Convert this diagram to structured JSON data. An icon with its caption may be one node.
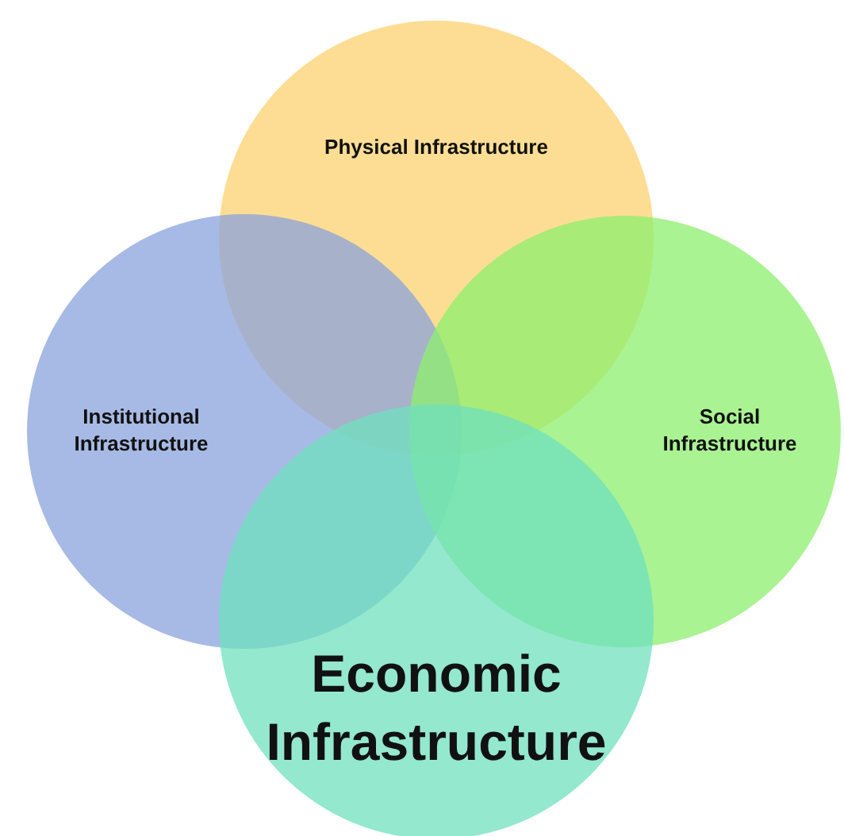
{
  "diagram": {
    "nodes": [
      {
        "text": [
          "Physical Infrastructure"
        ]
      },
      {
        "text": [
          "Institutional Infrastructure"
        ]
      },
      {
        "text": [
          "Social Infrastructure"
        ]
      },
      {
        "text": [
          "Economic Infrastructure"
        ]
      }
    ]
  }
}
